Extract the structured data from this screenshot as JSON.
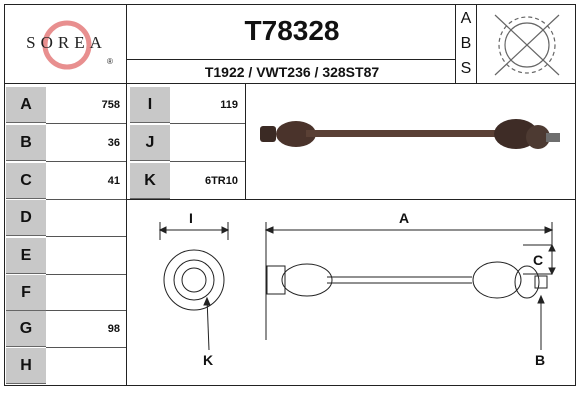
{
  "brand": {
    "logo_text": "SOREA",
    "reg_mark": "®"
  },
  "header": {
    "part_number": "T78328",
    "cross_refs": "T1922 / VWT236 / 328ST87",
    "abs_letters": [
      "A",
      "B",
      "S"
    ]
  },
  "spec_rows": [
    {
      "letter": "A",
      "value": "758"
    },
    {
      "letter": "B",
      "value": "36"
    },
    {
      "letter": "C",
      "value": "41"
    },
    {
      "letter": "D",
      "value": ""
    },
    {
      "letter": "E",
      "value": ""
    },
    {
      "letter": "F",
      "value": ""
    },
    {
      "letter": "G",
      "value": "98"
    },
    {
      "letter": "H",
      "value": ""
    }
  ],
  "spec_rows_right": [
    {
      "letter": "I",
      "value": "119"
    },
    {
      "letter": "J",
      "value": ""
    },
    {
      "letter": "K",
      "value": "6TR10"
    }
  ],
  "diagram_labels": {
    "I": "I",
    "A": "A",
    "C": "C",
    "K": "K",
    "B": "B"
  },
  "colors": {
    "header_gray": "#c8c8c8",
    "line": "#333333"
  }
}
